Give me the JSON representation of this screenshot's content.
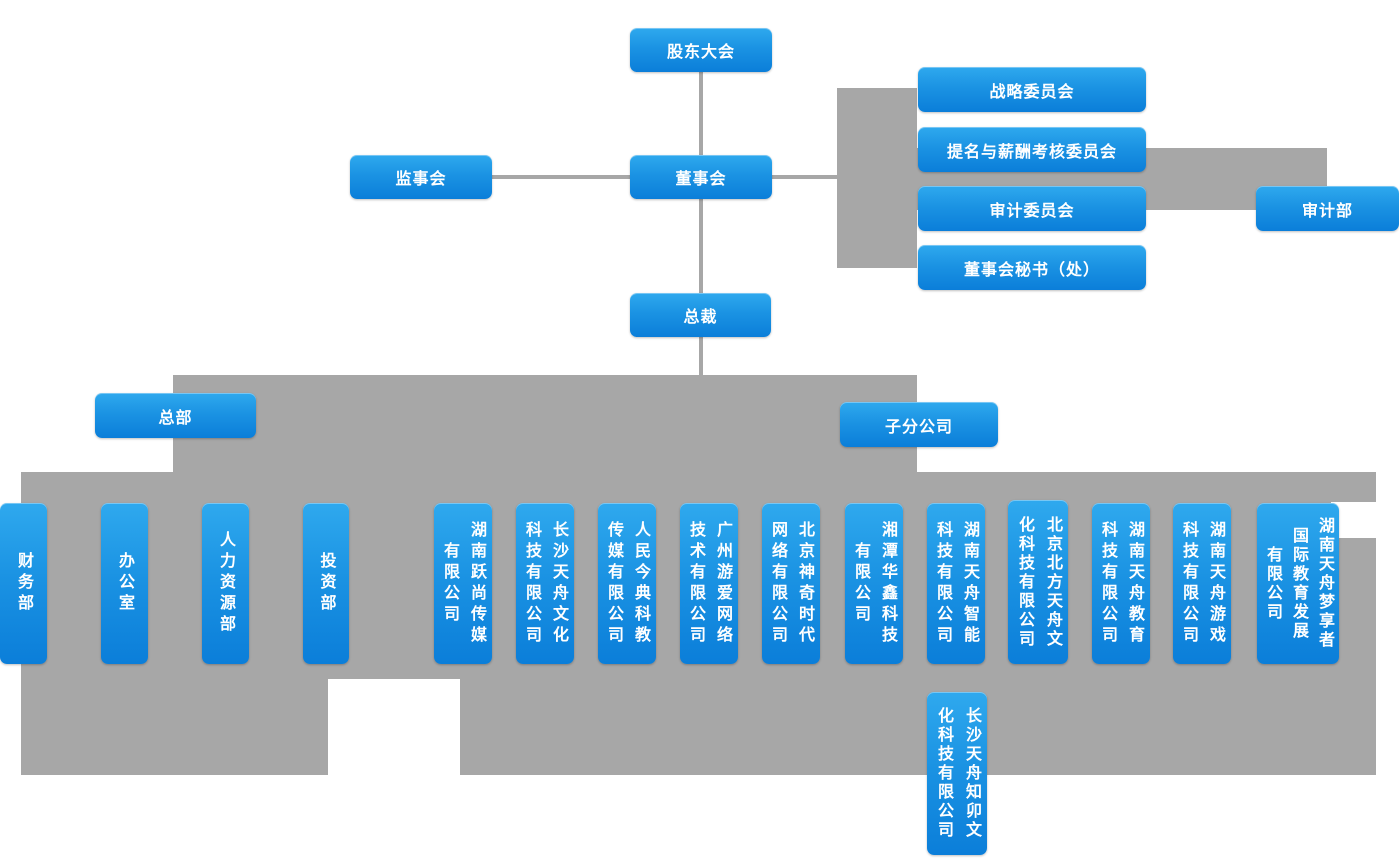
{
  "chart": {
    "type": "org-chart",
    "language": "zh-CN"
  },
  "colors": {
    "node_gradient_top": "#2FA9EE",
    "node_gradient_bottom": "#0B7ED9",
    "connector_gray": "#A7A7A7",
    "node_text": "#FFFFFF",
    "background": "#FFFFFF"
  },
  "nodes": {
    "shareholders": {
      "label": "股东大会"
    },
    "supervisory_board": {
      "label": "监事会"
    },
    "board_of_directors": {
      "label": "董事会"
    },
    "strategy_committee": {
      "label": "战略委员会"
    },
    "nomination_committee": {
      "label": "提名与薪酬考核委员会"
    },
    "audit_committee": {
      "label": "审计委员会"
    },
    "board_secretary": {
      "label": "董事会秘书（处）"
    },
    "audit_dept": {
      "label": "审计部"
    },
    "president": {
      "label": "总裁"
    },
    "headquarters": {
      "label": "总部"
    },
    "subsidiaries": {
      "label": "子分公司"
    },
    "finance_dept": {
      "label": "财务部"
    },
    "office": {
      "label": "办公室"
    },
    "hr_dept": {
      "label": "人力资源部"
    },
    "investment_dept": {
      "label": "投资部"
    },
    "sub_yueshang": {
      "label": "湖南跃尚传媒\n有限公司"
    },
    "sub_tianzhou_culture": {
      "label": "长沙天舟文化\n科技有限公司"
    },
    "sub_jindian": {
      "label": "人民今典科教\n传媒有限公司"
    },
    "sub_youai": {
      "label": "广州游爱网络\n技术有限公司"
    },
    "sub_shenqi": {
      "label": "北京神奇时代\n网络有限公司"
    },
    "sub_huaxin": {
      "label": "湘潭华鑫科技\n有限公司"
    },
    "sub_zhineng": {
      "label": "湖南天舟智能\n科技有限公司"
    },
    "sub_beifang": {
      "label": "北京北方天舟文\n化科技有限公司"
    },
    "sub_jiaoyu": {
      "label": "湖南天舟教育\n科技有限公司"
    },
    "sub_youxi": {
      "label": "湖南天舟游戏\n科技有限公司"
    },
    "sub_mengxiangzhe": {
      "label": "湖南天舟梦享者\n国际教育发展\n有限公司"
    },
    "sub_zhimao": {
      "label": "长沙天舟知卯文\n化科技有限公司"
    }
  }
}
